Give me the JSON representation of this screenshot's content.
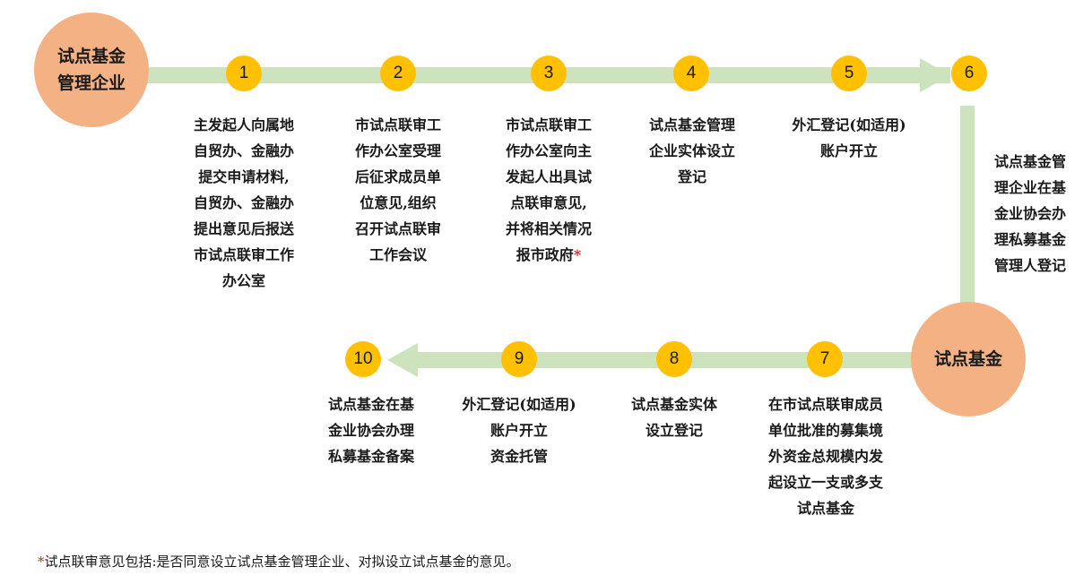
{
  "nodes": {
    "start": "试点基金\n管理企业",
    "fund": "试点基金"
  },
  "steps": [
    {
      "num": "1",
      "text": "主发起人向属地\n自贸办、金融办\n提交申请材料,\n自贸办、金融办\n提出意见后报送\n市试点联审工作\n办公室"
    },
    {
      "num": "2",
      "text": "市试点联审工\n作办公室受理\n后征求成员单\n位意见,组织\n召开试点联审\n工作会议"
    },
    {
      "num": "3",
      "text": "市试点联审工\n作办公室向主\n发起人出具试\n点联审意见,\n并将相关情况\n报市政府",
      "asterisk": "*"
    },
    {
      "num": "4",
      "text": "试点基金管理\n企业实体设立\n登记"
    },
    {
      "num": "5",
      "text": "外汇登记(如适用)\n账户开立"
    },
    {
      "num": "6",
      "text": "试点基金管\n理企业在基\n金业协会办\n理私募基金\n管理人登记"
    },
    {
      "num": "7",
      "text": "在市试点联审成员\n单位批准的募集境\n外资金总规模内发\n起设立一支或多支\n试点基金"
    },
    {
      "num": "8",
      "text": "试点基金实体\n设立登记"
    },
    {
      "num": "9",
      "text": "外汇登记(如适用)\n账户开立\n资金托管"
    },
    {
      "num": "10",
      "text": "试点基金在基\n金业协会办理\n私募基金备案"
    }
  ],
  "footnote": {
    "mark": "*",
    "text": "试点联审意见包括:是否同意设立试点基金管理企业、对拟设立试点基金的意见。"
  },
  "colors": {
    "arrow": "#cce3bd",
    "big_node": "#f4b183",
    "step_node": "#ffc000",
    "asterisk": "#e02020"
  }
}
